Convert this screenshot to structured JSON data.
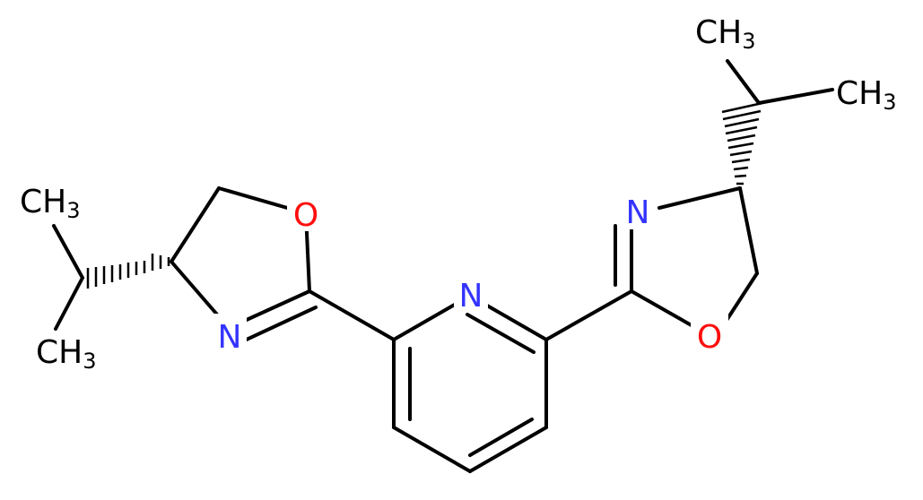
{
  "molecule": {
    "atoms": {
      "n_pyridine": "N",
      "n_left_ring": "N",
      "n_right_ring": "N",
      "o_left_ring": "O",
      "o_right_ring": "O"
    },
    "methyl_groups": {
      "left_top": {
        "main": "CH",
        "sub": "3"
      },
      "left_bottom": {
        "main": "CH",
        "sub": "3"
      },
      "right_top": {
        "main": "CH",
        "sub": "3"
      },
      "right_side": {
        "main": "CH",
        "sub": "3"
      }
    }
  },
  "colors": {
    "bond": "#000000",
    "nitrogen": "#3333ff",
    "oxygen": "#ff0d0d",
    "carbon_label": "#000000",
    "background": "#ffffff"
  }
}
